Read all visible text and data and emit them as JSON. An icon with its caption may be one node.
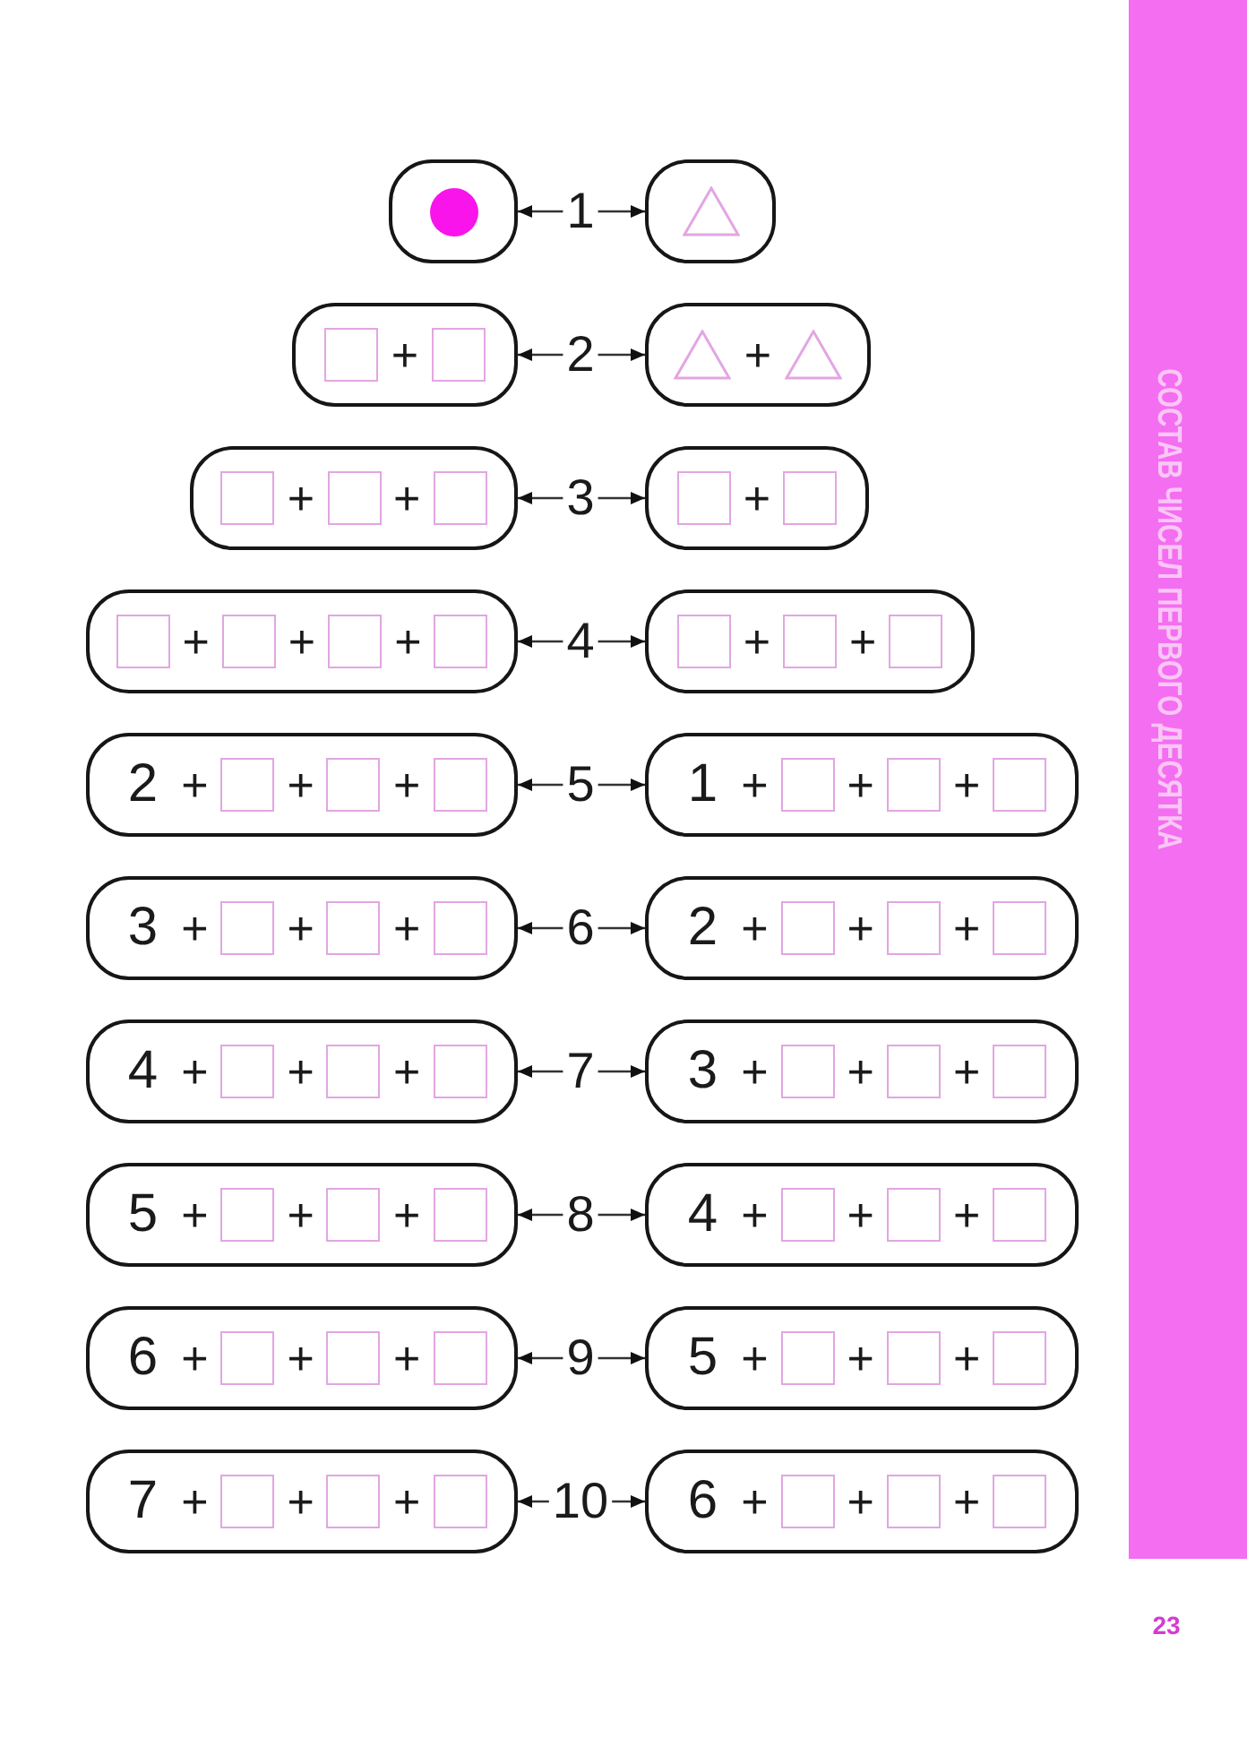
{
  "diagram": {
    "title": "СОСТАВ ЧИСЕЛ ПЕРВОГО ДЕСЯТКА",
    "nodes": [
      {
        "text": [],
        "shape": "box"
      },
      {
        "text": [],
        "shape": "circle",
        "in": 0
      },
      {
        "text": [
          "1"
        ]
      },
      {
        "text": [],
        "shape": "box"
      },
      {
        "text": [],
        "shape": "triangle",
        "in": 3
      },
      {
        "text": [
          "+"
        ]
      },
      {
        "text": [],
        "shape": "square",
        "in": 5
      },
      {
        "text": [],
        "shape": "square",
        "in": 5
      },
      {
        "text": [
          "2"
        ]
      },
      {
        "text": [
          "+"
        ]
      },
      {
        "text": [],
        "shape": "triangle",
        "in": 9
      },
      {
        "text": [],
        "shape": "triangle",
        "in": 9
      },
      {
        "text": [
          "+",
          "+"
        ]
      },
      {
        "text": [],
        "shape": "square",
        "in": 12
      },
      {
        "text": [],
        "shape": "square",
        "in": 12
      },
      {
        "text": [],
        "shape": "square",
        "in": 12
      },
      {
        "text": [
          "3"
        ]
      },
      {
        "text": [
          "+"
        ]
      },
      {
        "text": [],
        "shape": "square",
        "in": 17
      },
      {
        "text": [],
        "shape": "square",
        "in": 17
      },
      {
        "text": [
          "+",
          "+",
          "+"
        ]
      },
      {
        "text": [],
        "shape": "square",
        "in": 20
      },
      {
        "text": [],
        "shape": "square",
        "in": 20
      },
      {
        "text": [],
        "shape": "square",
        "in": 20
      },
      {
        "text": [],
        "shape": "square",
        "in": 20
      },
      {
        "text": [
          "4"
        ]
      },
      {
        "text": [
          "+",
          "+"
        ]
      },
      {
        "text": [],
        "shape": "square",
        "in": 26
      },
      {
        "text": [],
        "shape": "square",
        "in": 26
      },
      {
        "text": [],
        "shape": "square",
        "in": 26
      },
      {
        "text": [
          "2",
          "+",
          "+",
          "+"
        ]
      },
      {
        "text": [],
        "shape": "square",
        "in": 30
      },
      {
        "text": [],
        "shape": "square",
        "in": 30
      },
      {
        "text": [],
        "shape": "square",
        "in": 30
      },
      {
        "text": [
          "5"
        ]
      },
      {
        "text": [
          "1",
          "+",
          "+",
          "+"
        ]
      },
      {
        "text": [],
        "shape": "square",
        "in": 35
      },
      {
        "text": [],
        "shape": "square",
        "in": 35
      },
      {
        "text": [],
        "shape": "square",
        "in": 35
      },
      {
        "text": [
          "3",
          "+",
          "+",
          "+"
        ]
      },
      {
        "text": [],
        "shape": "square",
        "in": 39
      },
      {
        "text": [],
        "shape": "square",
        "in": 39
      },
      {
        "text": [],
        "shape": "square",
        "in": 39
      },
      {
        "text": [
          "6"
        ]
      },
      {
        "text": [
          "2",
          "+",
          "+",
          "+"
        ]
      },
      {
        "text": [],
        "shape": "square",
        "in": 44
      },
      {
        "text": [],
        "shape": "square",
        "in": 44
      },
      {
        "text": [],
        "shape": "square",
        "in": 44
      },
      {
        "text": [
          "4",
          "+",
          "+",
          "+"
        ]
      },
      {
        "text": [],
        "shape": "square",
        "in": 48
      },
      {
        "text": [],
        "shape": "square",
        "in": 48
      },
      {
        "text": [],
        "shape": "square",
        "in": 48
      },
      {
        "text": [
          "7"
        ]
      },
      {
        "text": [
          "3",
          "+",
          "+",
          "+"
        ]
      },
      {
        "text": [],
        "shape": "square",
        "in": 53
      },
      {
        "text": [],
        "shape": "square",
        "in": 53
      },
      {
        "text": [],
        "shape": "square",
        "in": 53
      },
      {
        "text": [
          "5",
          "+",
          "+",
          "+"
        ]
      },
      {
        "text": [],
        "shape": "square",
        "in": 57
      },
      {
        "text": [],
        "shape": "square",
        "in": 57
      },
      {
        "text": [],
        "shape": "square",
        "in": 57
      },
      {
        "text": [
          "8"
        ]
      },
      {
        "text": [
          "4",
          "+",
          "+",
          "+"
        ]
      },
      {
        "text": [],
        "shape": "square",
        "in": 62
      },
      {
        "text": [],
        "shape": "square",
        "in": 62
      },
      {
        "text": [],
        "shape": "square",
        "in": 62
      },
      {
        "text": [
          "6",
          "+",
          "+",
          "+"
        ]
      },
      {
        "text": [],
        "shape": "square",
        "in": 66
      },
      {
        "text": [],
        "shape": "square",
        "in": 66
      },
      {
        "text": [],
        "shape": "square",
        "in": 66
      },
      {
        "text": [
          "9"
        ]
      },
      {
        "text": [
          "5",
          "+",
          "+",
          "+"
        ]
      },
      {
        "text": [],
        "shape": "square",
        "in": 71
      },
      {
        "text": [],
        "shape": "square",
        "in": 71
      },
      {
        "text": [],
        "shape": "square",
        "in": 71
      },
      {
        "text": [
          "7",
          "+",
          "+",
          "+"
        ]
      },
      {
        "text": [],
        "shape": "square",
        "in": 75
      },
      {
        "text": [],
        "shape": "square",
        "in": 75
      },
      {
        "text": [],
        "shape": "square",
        "in": 75
      },
      {
        "text": [
          "10"
        ]
      },
      {
        "text": [
          "6",
          "+",
          "+",
          "+"
        ]
      },
      {
        "text": [],
        "shape": "square",
        "in": 80
      },
      {
        "text": [],
        "shape": "square",
        "in": 80
      },
      {
        "text": [],
        "shape": "square",
        "in": 80
      }
    ],
    "edges": [
      {
        "from": 2,
        "to": 0,
        "arrow": "to"
      },
      {
        "from": 2,
        "to": 3,
        "arrow": "to"
      },
      {
        "from": 8,
        "to": 5,
        "arrow": "to"
      },
      {
        "from": 8,
        "to": 9,
        "arrow": "to"
      },
      {
        "from": 16,
        "to": 12,
        "arrow": "to"
      },
      {
        "from": 16,
        "to": 17,
        "arrow": "to"
      },
      {
        "from": 25,
        "to": 20,
        "arrow": "to"
      },
      {
        "from": 25,
        "to": 26,
        "arrow": "to"
      },
      {
        "from": 34,
        "to": 30,
        "arrow": "to"
      },
      {
        "from": 34,
        "to": 35,
        "arrow": "to"
      },
      {
        "from": 43,
        "to": 39,
        "arrow": "to"
      },
      {
        "from": 43,
        "to": 44,
        "arrow": "to"
      },
      {
        "from": 52,
        "to": 48,
        "arrow": "to"
      },
      {
        "from": 52,
        "to": 53,
        "arrow": "to"
      },
      {
        "from": 61,
        "to": 57,
        "arrow": "to"
      },
      {
        "from": 61,
        "to": 62,
        "arrow": "to"
      },
      {
        "from": 70,
        "to": 66,
        "arrow": "to"
      },
      {
        "from": 70,
        "to": 71,
        "arrow": "to"
      },
      {
        "from": 79,
        "to": 75,
        "arrow": "to"
      },
      {
        "from": 79,
        "to": 80,
        "arrow": "to"
      }
    ],
    "labels": [
      "23"
    ]
  }
}
